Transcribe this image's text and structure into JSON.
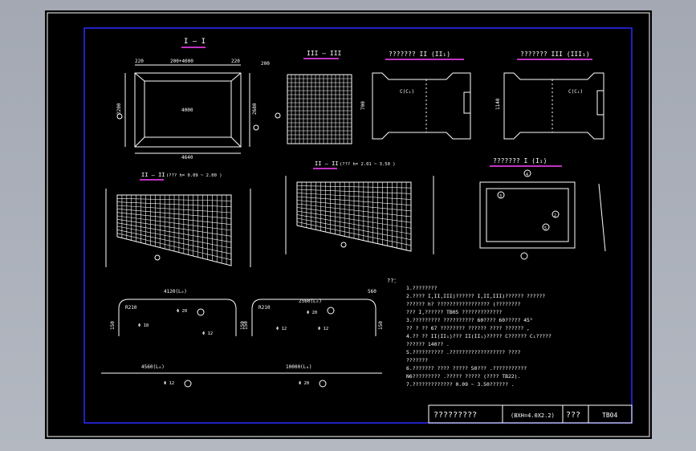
{
  "sheet": {
    "title_block": {
      "name": "?????????",
      "spec": "(BXH=4.0X2.2)",
      "mark": "???",
      "drawing_no": "TB04"
    }
  },
  "views": {
    "section_1": "I — I",
    "section_3": "III — III",
    "section_2a": "II — II",
    "section_2a_note": "(??? h= 0.09 ~ 2.00 )",
    "section_2b": "II — II",
    "section_2b_note": "(??? h= 2.01 ~ 3.50 )",
    "plan_a": "??????? II (II₁)",
    "plan_b": "??????? III (III₁)",
    "plan_c": "??????? I (I₁)"
  },
  "dims": {
    "d220a": "220",
    "d200_4000": "200+4000",
    "d220b": "220",
    "d4000": "4000",
    "d4640": "4640",
    "d2200": "2200",
    "d2680": "2680",
    "d200": "200",
    "e700": "700",
    "e1140": "1140",
    "r4120": "4120(L₀)",
    "r2560": "2560(L₀)",
    "r560": "560",
    "r4560": "4560(L₀)",
    "r10000": "10000(L₀)",
    "r150a": "150",
    "r150b": "150",
    "r150c": "150",
    "r150d": "150",
    "rr210a": "R210",
    "rr210b": "R210"
  },
  "labels": {
    "c1": "C(C₁)",
    "c2": "C(C₁)",
    "n4": "4",
    "n3": "3",
    "n2": "2",
    "n5": "5",
    "bar1": "Φ 20",
    "bar1b": "Φ 18",
    "bar2": "Φ 20",
    "bar3": "Φ 12",
    "bar3b": "Φ 12",
    "bar4": "Φ 12",
    "bar5": "Φ 12",
    "bar6": "Φ 20"
  },
  "notes": {
    "head": "??：",
    "lines": [
      "1.????????",
      "2.????  I,II,III)??????    I,II,III)??????   ??????",
      "  ??????     h? ?????????????????       (????????",
      "  ???  I,??????       TB05 ?????????????",
      "3.?????????       ??????????       60????  60????? 45°",
      "  ?? ? ?? 67 ????????      ??????   ????   ??????   ,",
      "4.?? ?? II(II₁)???  II(II₁)?????   C??????      C₁?????",
      "  ??????      140??    .",
      "5.??????????       .??????????????????          ????",
      "  ???????",
      "6.???????      ????  ?????   50???  .???????????",
      "  N6?????????        .?????   ?????   (????    TB22).",
      "7.?????????????         0.09 ~ 3.50??????     ."
    ]
  }
}
